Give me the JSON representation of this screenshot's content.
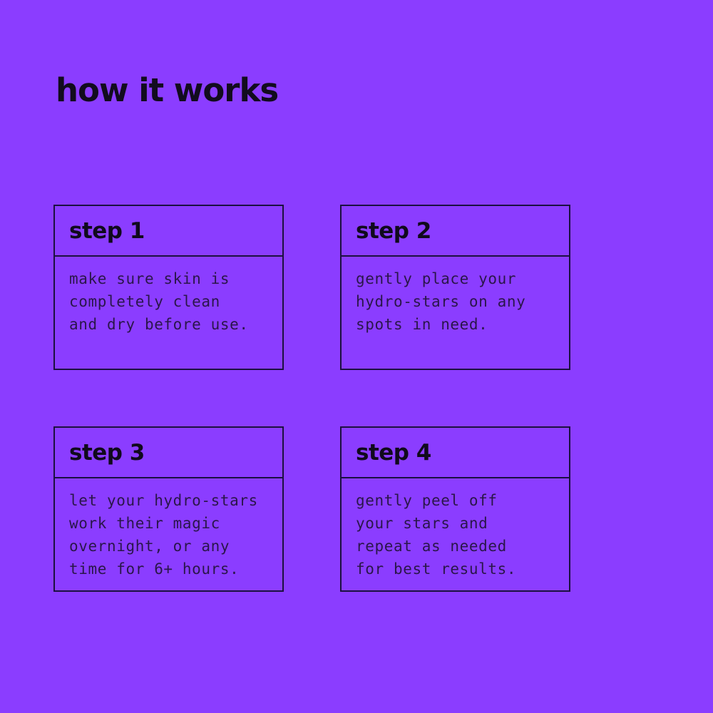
{
  "page": {
    "title": "how it works",
    "background_color": "#8B3DFF",
    "heading_color": "#120c1e",
    "body_text_color": "#2a164a",
    "border_color": "#1b1040"
  },
  "steps": [
    {
      "label": "step 1",
      "body": "make sure skin is\ncompletely clean\nand dry before use."
    },
    {
      "label": "step 2",
      "body": "gently place your\nhydro-stars on any\nspots in need."
    },
    {
      "label": "step 3",
      "body": "let your hydro-stars\nwork their magic\novernight, or any\ntime for 6+ hours."
    },
    {
      "label": "step 4",
      "body": "gently peel off\nyour stars and\nrepeat as needed\nfor best results."
    }
  ]
}
